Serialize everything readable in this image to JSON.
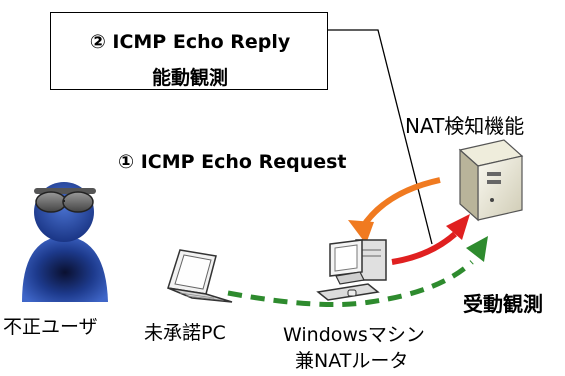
{
  "reply_box": {
    "line1": "② ICMP Echo Reply",
    "line2": "能動観測"
  },
  "labels": {
    "nat_detector": "NAT検知機能",
    "echo_request": "① ICMP Echo Request",
    "passive_observation": "受動観測",
    "malicious_user": "不正ユーザ",
    "unauthorized_pc": "未承諾PC",
    "windows_machine_line1": "Windowsマシン",
    "windows_machine_line2": "兼NATルータ"
  },
  "colors": {
    "request_arrow": "#f07a20",
    "reply_arrow": "#e02020",
    "passive_arrow": "#2e8b2e",
    "user_icon": "#1d3a8c"
  },
  "icons": [
    "malicious-user-icon",
    "laptop-icon",
    "desktop-pc-icon",
    "server-icon"
  ]
}
